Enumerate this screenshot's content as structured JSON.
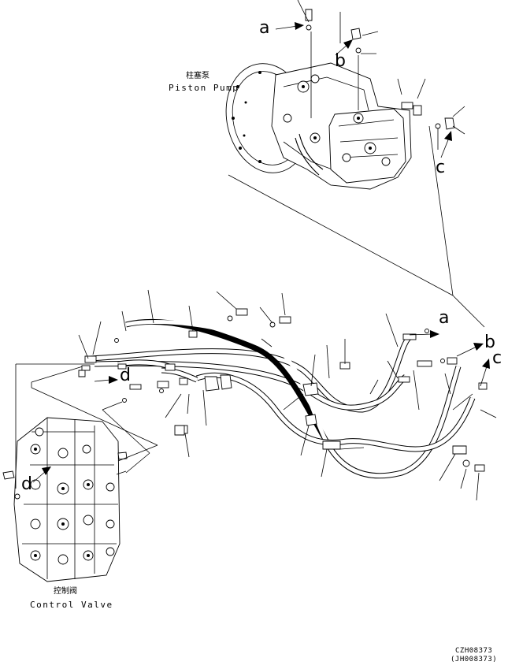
{
  "labels": {
    "pump_cn": "柱塞泵",
    "pump_en": "Piston Pump",
    "valve_cn": "控制阀",
    "valve_en": "Control Valve",
    "ref_a1": "a",
    "ref_b1": "b",
    "ref_c1": "c",
    "ref_a2": "a",
    "ref_b2": "b",
    "ref_c2": "c",
    "ref_d1": "d",
    "ref_d2": "d"
  },
  "drawing_codes": {
    "primary": "CZH08373",
    "secondary": "(JH008373)"
  },
  "icons": {
    "pump": "piston-pump-icon",
    "valve": "control-valve-icon",
    "arrow": "direction-arrow-icon"
  },
  "colors": {
    "ink": "#000000",
    "paper": "#ffffff"
  }
}
